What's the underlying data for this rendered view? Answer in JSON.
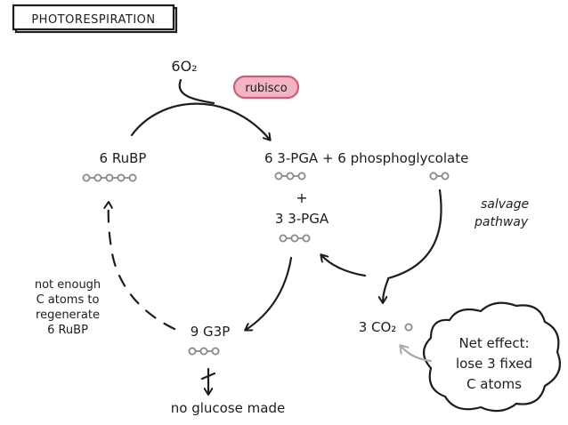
{
  "title": "PHOTORESPIRATION",
  "enzyme": "rubisco",
  "nodes": {
    "o2": {
      "label": "6O₂"
    },
    "rubp": {
      "label": "6 RuBP"
    },
    "pga_products": {
      "label": "6 3-PGA + 6 phosphoglycolate"
    },
    "plus": {
      "label": "+"
    },
    "pga3": {
      "label": "3 3-PGA"
    },
    "g3p": {
      "label": "9 G3P"
    },
    "co2": {
      "label": "3 CO₂"
    },
    "no_glucose": {
      "label": "no glucose made"
    }
  },
  "annotations": {
    "salvage": [
      "salvage",
      "pathway"
    ],
    "not_enough": [
      "not enough",
      "C atoms to",
      "regenerate",
      "6 RuBP"
    ]
  },
  "net_effect": [
    "Net effect:",
    "lose 3 fixed",
    "C atoms"
  ],
  "colors": {
    "ink": "#1d1d1d",
    "carbon": "#8a8a8a",
    "rubisco_fill": "#f2b4c2",
    "rubisco_stroke": "#cf5d77"
  },
  "molecules": [
    {
      "name": "rubp-chain",
      "carbons": 5
    },
    {
      "name": "pga-chain",
      "carbons": 3
    },
    {
      "name": "phosphoglycolate-chain",
      "carbons": 2
    },
    {
      "name": "pga3-chain",
      "carbons": 3
    },
    {
      "name": "g3p-chain",
      "carbons": 3
    },
    {
      "name": "co2-molecule",
      "carbons": 1
    }
  ]
}
